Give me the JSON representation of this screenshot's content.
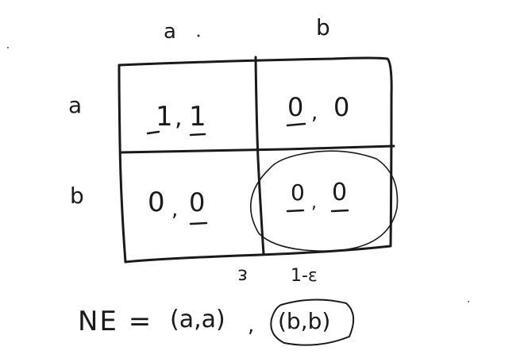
{
  "columns": {
    "a": "a",
    "b": "b"
  },
  "rows": {
    "a": "a",
    "b": "b"
  },
  "cells": {
    "aa": {
      "p1": "1",
      "sep": ",",
      "p2": "1"
    },
    "ab": {
      "p1": "0",
      "sep": ",",
      "p2": "0"
    },
    "ba": {
      "p1": "0",
      "sep": ",",
      "p2": "0"
    },
    "bb": {
      "p1": "0",
      "sep": ",",
      "p2": "0"
    }
  },
  "probabilities": {
    "left": "ε",
    "right": "1-ε"
  },
  "equilibria": {
    "label": "NE =",
    "first": "(a,a)",
    "sep": ",",
    "second": "(b,b)"
  }
}
